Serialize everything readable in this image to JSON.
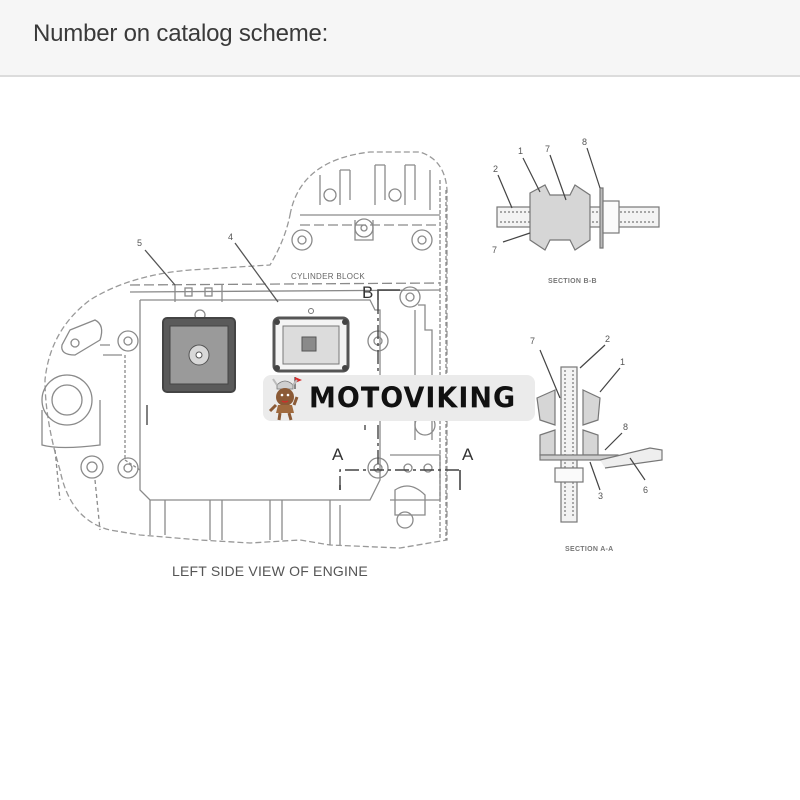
{
  "header": {
    "title": "Number on catalog scheme:"
  },
  "scheme": {
    "main_view": {
      "caption": "LEFT SIDE VIEW OF ENGINE",
      "block_label": "CYLINDER BLOCK",
      "callouts": [
        "5",
        "4"
      ],
      "section_markers": [
        "B",
        "A",
        "A"
      ]
    },
    "section_b": {
      "caption": "SECTION B-B",
      "callouts": [
        "1",
        "7",
        "8",
        "2",
        "7"
      ]
    },
    "section_a": {
      "caption": "SECTION A-A",
      "callouts": [
        "7",
        "2",
        "1",
        "8",
        "3",
        "6"
      ]
    }
  },
  "watermark": {
    "text": "MOTOVIKING",
    "mascot": "viking-mascot-icon"
  },
  "colors": {
    "header_bg": "#f6f6f6",
    "header_border": "#dcdcdc",
    "title_text": "#3a3a3a",
    "line_art": "#8a8a8a",
    "watermark_bg": "#ebebeb",
    "watermark_text": "#111111",
    "mascot_flag": "#d62a2a",
    "mascot_body": "#8b5a36"
  }
}
